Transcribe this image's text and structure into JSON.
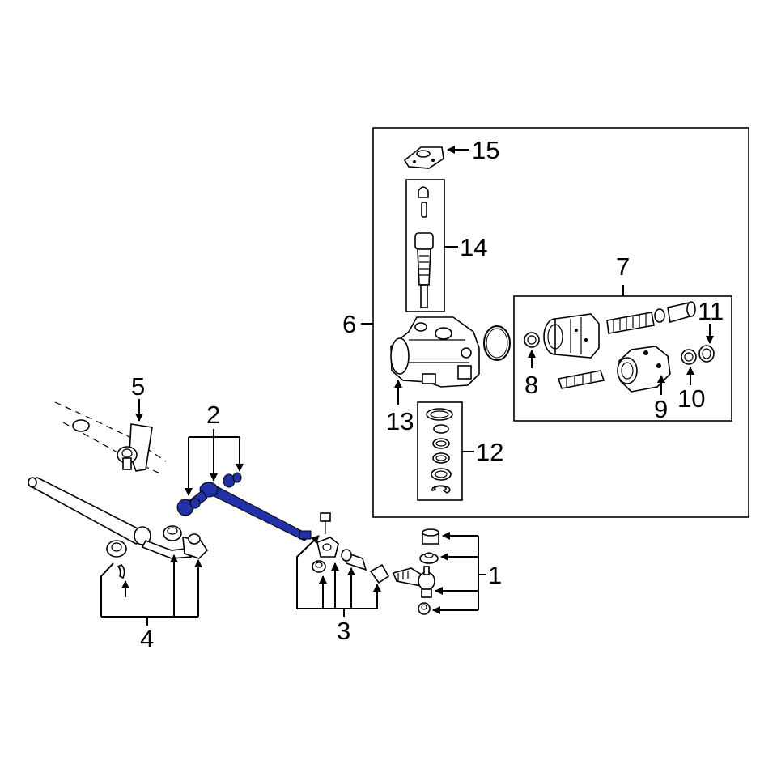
{
  "diagram": {
    "highlight_color": "#2231a8",
    "callouts": [
      {
        "id": "1",
        "text": "1"
      },
      {
        "id": "2",
        "text": "2"
      },
      {
        "id": "3",
        "text": "3"
      },
      {
        "id": "4",
        "text": "4"
      },
      {
        "id": "5",
        "text": "5"
      },
      {
        "id": "6",
        "text": "6"
      },
      {
        "id": "7",
        "text": "7"
      },
      {
        "id": "8",
        "text": "8"
      },
      {
        "id": "9",
        "text": "9"
      },
      {
        "id": "10",
        "text": "10"
      },
      {
        "id": "11",
        "text": "11"
      },
      {
        "id": "12",
        "text": "12"
      },
      {
        "id": "13",
        "text": "13"
      },
      {
        "id": "14",
        "text": "14"
      },
      {
        "id": "15",
        "text": "15"
      }
    ]
  }
}
